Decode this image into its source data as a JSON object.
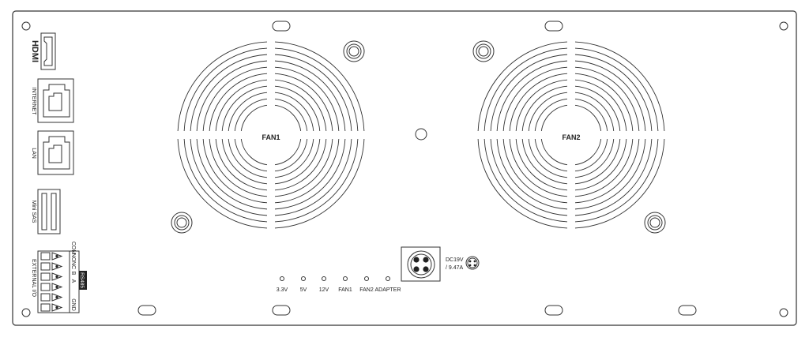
{
  "panel": {
    "hdmi_logo": "HDMI",
    "internet_label": "INTERNET",
    "lan_label": "LAN",
    "minisas_label": "Mini SAS",
    "external_io_label": "EXTERNAL I/O",
    "terminal_labels": [
      "COM",
      "NO",
      "NC",
      "B",
      "A",
      "GND"
    ],
    "rs485_label": "RS485",
    "fan1_label": "FAN1",
    "fan2_label": "FAN2",
    "power_rating_line1": "DC19V",
    "power_rating_line2": "/ 9.47A",
    "leds": [
      "3.3V",
      "5V",
      "12V",
      "FAN1",
      "FAN2",
      "ADAPTER"
    ]
  },
  "colors": {
    "stroke": "#333333",
    "background": "#ffffff",
    "badge": "#222222"
  }
}
